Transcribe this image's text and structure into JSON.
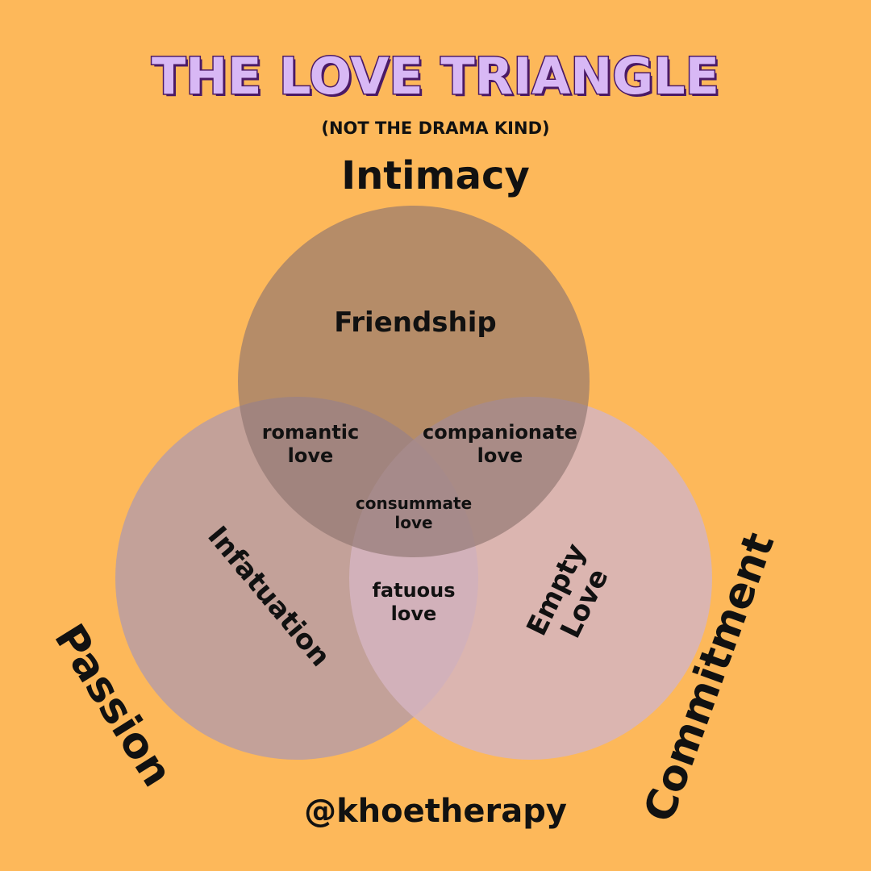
{
  "title": "THE LOVE TRIANGLE",
  "subtitle": "(NOT THE DRAMA KIND)",
  "circles": {
    "intimacy": {
      "label": "Intimacy",
      "color": "#A68A82"
    },
    "passion": {
      "label": "Passion",
      "color": "#BD9FA0"
    },
    "commitment": {
      "label": "Commitment",
      "color": "#D5B4C0"
    }
  },
  "regions": {
    "friendship": "Friendship",
    "romantic": [
      "romantic",
      "love"
    ],
    "companionate": [
      "companionate",
      "love"
    ],
    "consummate": [
      "consummate",
      "love"
    ],
    "fatuous": [
      "fatuous",
      "love"
    ],
    "infatuation": "Infatuation",
    "empty": [
      "Empty",
      "Love"
    ]
  },
  "handle": "@khoetherapy",
  "colors": {
    "background": "#FDB85A",
    "title_fill": "#D8B8F5",
    "title_outline": "#4B1A66",
    "text": "#111111"
  }
}
